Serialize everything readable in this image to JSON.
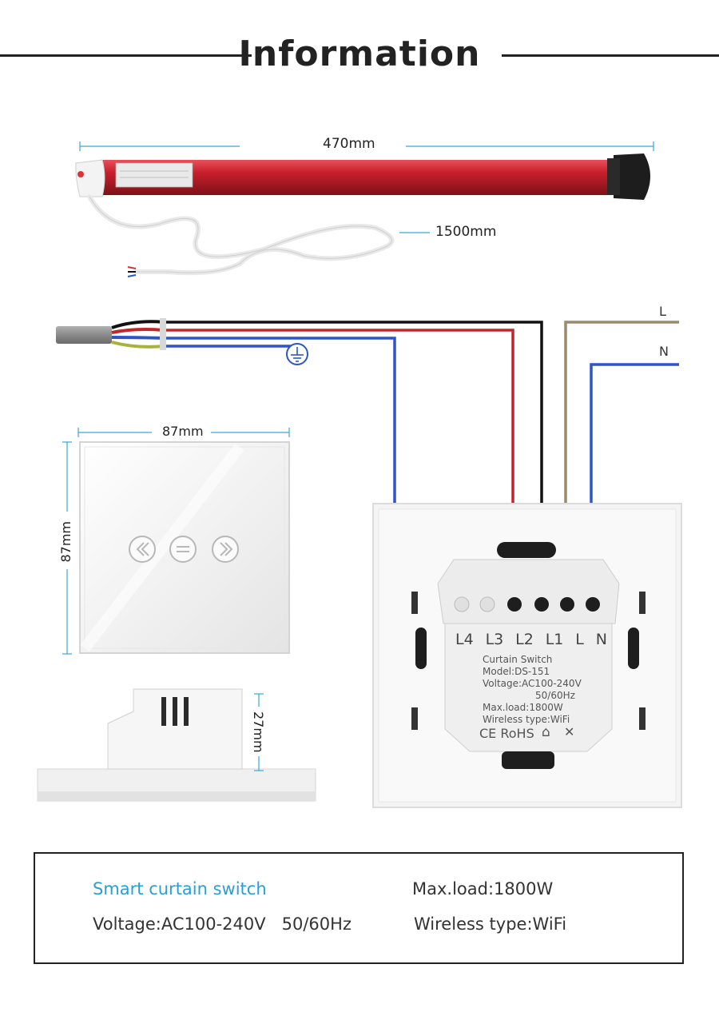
{
  "header": {
    "title": "Information"
  },
  "motor": {
    "length_label": "470mm",
    "cable_label": "1500mm"
  },
  "wiring": {
    "line_label": "L",
    "neutral_label": "N",
    "terminals": [
      "L4",
      "L3",
      "L2",
      "L1",
      "L",
      "N"
    ]
  },
  "panel": {
    "width_label": "87mm",
    "height_label": "87mm",
    "depth_label": "27mm"
  },
  "back_label": {
    "lines": [
      "Curtain Switch",
      "Model:DS-151",
      "Voltage:AC100-240V",
      "50/60Hz",
      "Max.load:1800W",
      "Wireless type:WiFi"
    ],
    "cert": "CE RoHS"
  },
  "specs": {
    "product": "Smart curtain switch",
    "max_load": "Max.load:1800W",
    "voltage": "Voltage:AC100-240V   50/60Hz",
    "wireless": "Wireless type:WiFi"
  },
  "colors": {
    "accent": "#2a9fd6",
    "wire_red": "#c0272d",
    "wire_blue": "#2d55c8",
    "wire_black": "#111111",
    "wire_brown": "#9b8a6e",
    "motor_red": "#c8202c"
  }
}
